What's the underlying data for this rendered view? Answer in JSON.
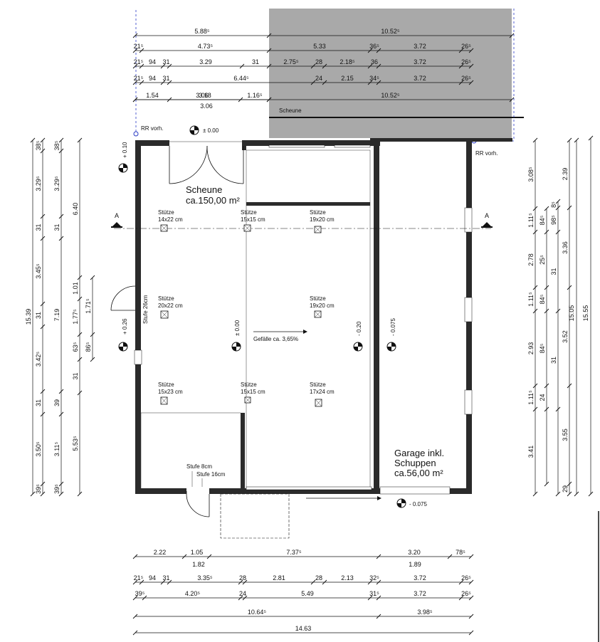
{
  "rooms": {
    "scheune": {
      "name": "Scheune",
      "area": "ca.150,00 m²"
    },
    "garage": {
      "line1": "Garage inkl.",
      "line2": "Schuppen",
      "area": "ca.56,00 m²"
    }
  },
  "labels": {
    "scheune_roof": "Scheune",
    "rr_left": "RR vorh.",
    "rr_right": "RR vorh.",
    "gefaelle": "Gefälle ca. 3,65%",
    "stufe_26": "Stufe 26cm",
    "stufe_8": "Stufe 8cm",
    "stufe_16": "Stufe 16cm",
    "section_a_left": "A",
    "section_a_right": "A"
  },
  "levels": {
    "top": "± 0.00",
    "upper_left": "+ 0.10",
    "mid_left": "+ 0.26",
    "center": "± 0.00",
    "center_right": "- 0.20",
    "garage": "- 0.075",
    "bottom": "- 0.075"
  },
  "columns": [
    {
      "title": "Stütze",
      "size": "14x22 cm"
    },
    {
      "title": "Stütze",
      "size": "15x15 cm"
    },
    {
      "title": "Stütze",
      "size": "19x20 cm"
    },
    {
      "title": "Stütze",
      "size": "20x22 cm"
    },
    {
      "title": "Stütze",
      "size": "19x20 cm"
    },
    {
      "title": "Stütze",
      "size": "15x23 cm"
    },
    {
      "title": "Stütze",
      "size": "15x15 cm"
    },
    {
      "title": "Stütze",
      "size": "17x24 cm"
    }
  ],
  "dims_top": {
    "r1": [
      "5.88⁵",
      "10.52⁵"
    ],
    "r2": [
      "21⁵",
      "4.73⁵",
      "5.33",
      "36⁵",
      "3.72",
      "26⁵"
    ],
    "r3": [
      "21⁵",
      "94",
      "31",
      "3.29",
      "31",
      "2.75⁵",
      "28",
      "2.18⁵",
      "36",
      "3.72",
      "26⁵"
    ],
    "r4": [
      "21⁵",
      "94",
      "31",
      "6.44⁵",
      "24",
      "2.15",
      "34⁵",
      "3.72",
      "26⁵"
    ],
    "r5": [
      "1.54",
      "3.18",
      "1.16⁵",
      "10.52⁵"
    ],
    "r6": [
      "3.06"
    ]
  },
  "dims_bottom": {
    "r1": [
      "2.22",
      "1.05",
      "7.37⁵",
      "3.20",
      "78⁵"
    ],
    "r1b": [
      "1.82",
      "1.89"
    ],
    "r2": [
      "21⁵",
      "94",
      "31",
      "3.35⁵",
      "28",
      "2.81",
      "28",
      "2.13",
      "32⁵",
      "3.72",
      "26⁵"
    ],
    "r3": [
      "39⁵",
      "4.20⁵",
      "24",
      "5.49",
      "31⁵",
      "3.72",
      "26⁵"
    ],
    "r4": [
      "10.64⁵",
      "3.98⁵"
    ],
    "r5": [
      "14.63"
    ]
  },
  "dims_left": {
    "c1": [
      "38⁵",
      "3.29⁵",
      "31",
      "3.45⁵",
      "31",
      "3.42⁵",
      "31",
      "3.50⁵",
      "39⁵"
    ],
    "c2": [
      "38⁵",
      "3.29⁵",
      "31",
      "7.19",
      "39",
      "3.11⁵",
      "39⁵"
    ],
    "c3": [
      "6.40",
      "1.01",
      "1.77⁵",
      "63⁵",
      "31",
      "5.53⁵"
    ],
    "c4": [
      "1.71⁵",
      "86⁵"
    ],
    "c5": [
      "15.39"
    ]
  },
  "dims_right": {
    "c1": [
      "3.08⁵",
      "1.11⁵",
      "2.78",
      "1.11⁵",
      "2.93",
      "1.11⁵",
      "3.41"
    ],
    "c2": [
      "84⁵",
      "25⁵",
      "84⁵",
      "84⁵",
      "24"
    ],
    "c3": [
      "8⁵",
      "98⁵",
      "31",
      "31"
    ],
    "c4": [
      "2.39",
      "3.36",
      "3.52",
      "3.55",
      "29"
    ],
    "c5": [
      "15.05"
    ],
    "c6": [
      "15.55"
    ]
  }
}
